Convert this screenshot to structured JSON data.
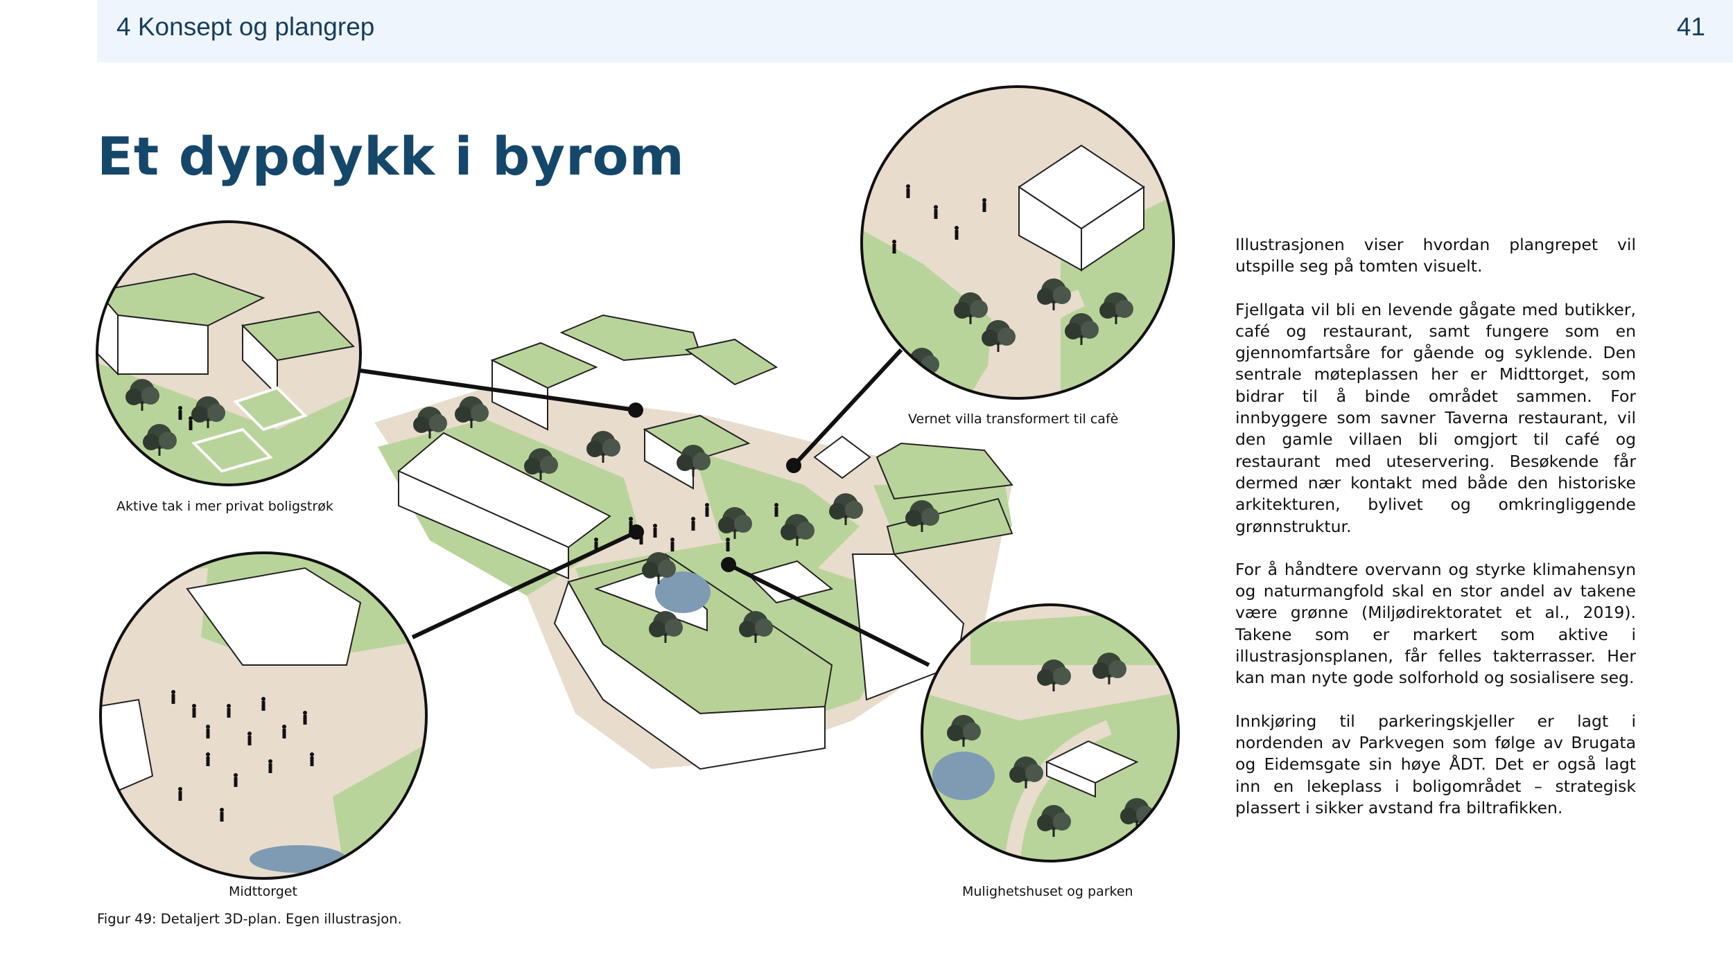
{
  "header": {
    "section": "4 Konsept og plangrep",
    "page_number": "41"
  },
  "title": "Et dypdykk i byrom",
  "body": {
    "paragraphs": [
      "Illustrasjonen viser hvordan plangrepet vil utspille seg på tomten visuelt.",
      "Fjellgata vil bli en levende gågate med butikker, café og restaurant, samt fungere som en gjennomfartsåre for gående og syklende. Den sentrale møteplassen her er Midttorget, som bidrar til å binde området sammen. For innbyggere som savner Taverna restaurant, vil den gamle villaen bli omgjort til café og restaurant med uteservering. Besøkende får dermed nær kontakt med både den historiske arkitekturen, bylivet og omkringliggende grønnstruktur.",
      "For å håndtere overvann og styrke klimahensyn og naturmangfold skal en stor andel av takene være grønne (Miljødirektoratet et al., 2019). Takene som er markert som aktive i illustrasjonsplanen, får felles takterrasser. Her kan man nyte gode solforhold og sosialisere seg.",
      "Innkjøring til parkeringskjeller er lagt i nordenden av Parkvegen som følge av Brugata og Eidemsgate sin høye ÅDT. Det er også lagt inn en lekeplass i boligområdet – strategisk plassert i sikker avstand fra biltrafikken."
    ]
  },
  "captions": {
    "roofs": "Aktive tak i mer privat boligstrøk",
    "villa": "Vernet villa  transformert til cafè",
    "square": "Midttorget",
    "park": "Mulighetshuset og parken"
  },
  "figure_caption": "Figur 49: Detaljert 3D-plan. Egen illustrasjon.",
  "colors": {
    "title": "#15476b",
    "header_bg": "#eef5fc",
    "grass": "#b9d49a",
    "paving": "#e8dccd",
    "water": "#7f9bb3",
    "tree": "#3c4a3c"
  }
}
